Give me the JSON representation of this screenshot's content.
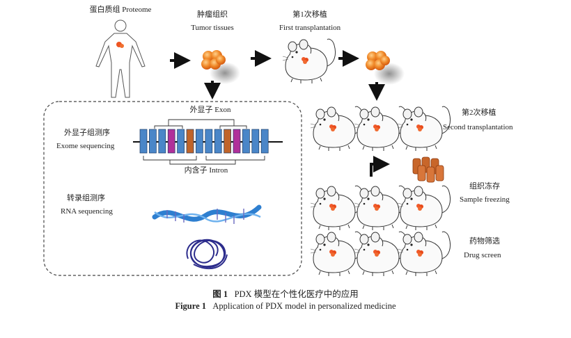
{
  "labels": {
    "proteome": "蛋白质组  Proteome",
    "tumor_cn": "肿瘤组织",
    "tumor_en": "Tumor tissues",
    "first_cn": "第1次移植",
    "first_en": "First transplantation",
    "second_cn": "第2次移植",
    "second_en": "Second transplantation",
    "freeze_cn": "组织冻存",
    "freeze_en": "Sample freezing",
    "drug_cn": "药物筛选",
    "drug_en": "Drug screen",
    "exon": "外显子  Exon",
    "intron": "内含子  Intron",
    "exome_cn": "外显子组测序",
    "exome_en": "Exome sequencing",
    "rna_cn": "转录组测序",
    "rna_en": "RNA sequencing"
  },
  "caption": {
    "cn_num": "图 1",
    "cn_text": "PDX 模型在个性化医疗中的应用",
    "en_num": "Figure 1",
    "en_text": "Application of PDX model in personalized medicine"
  },
  "colors": {
    "tumor": "#ee7722",
    "exon_blue": "#4a86c8",
    "exon_orange": "#c0642a",
    "exon_magenta": "#b0309a",
    "tube": "#c8662a",
    "helix": "#2e7fd0",
    "coil": "#2c2c8c"
  },
  "exon_sequence": [
    "blue",
    "blue",
    "blue",
    "magenta",
    "blue",
    "orange",
    "blue",
    "blue",
    "blue",
    "orange",
    "magenta",
    "blue",
    "blue",
    "blue"
  ]
}
